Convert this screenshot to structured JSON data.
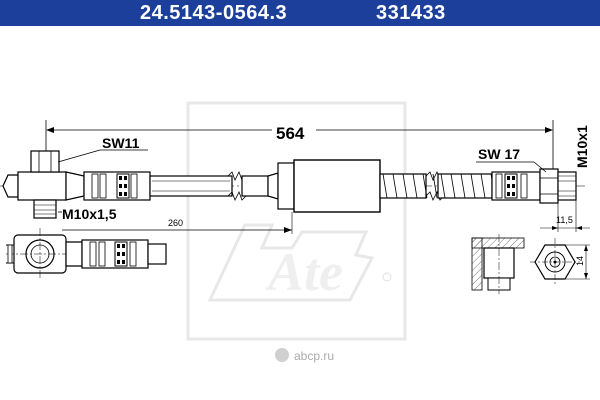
{
  "header": {
    "part_number": "24.5143-0564.3",
    "ref_number": "331433"
  },
  "dimensions": {
    "total_length": "564",
    "partial_length": "260",
    "end_width": "11,5",
    "section_height": "14"
  },
  "labels": {
    "wrench_left": "SW11",
    "wrench_right": "SW 17",
    "thread_left": "M10x1,5",
    "thread_right": "M10x1"
  },
  "watermark": "abcp.ru",
  "colors": {
    "header_bg": "#1b3f9b",
    "header_text": "#ffffff",
    "logo": "#e8e8e8",
    "hatch": "#777777"
  }
}
